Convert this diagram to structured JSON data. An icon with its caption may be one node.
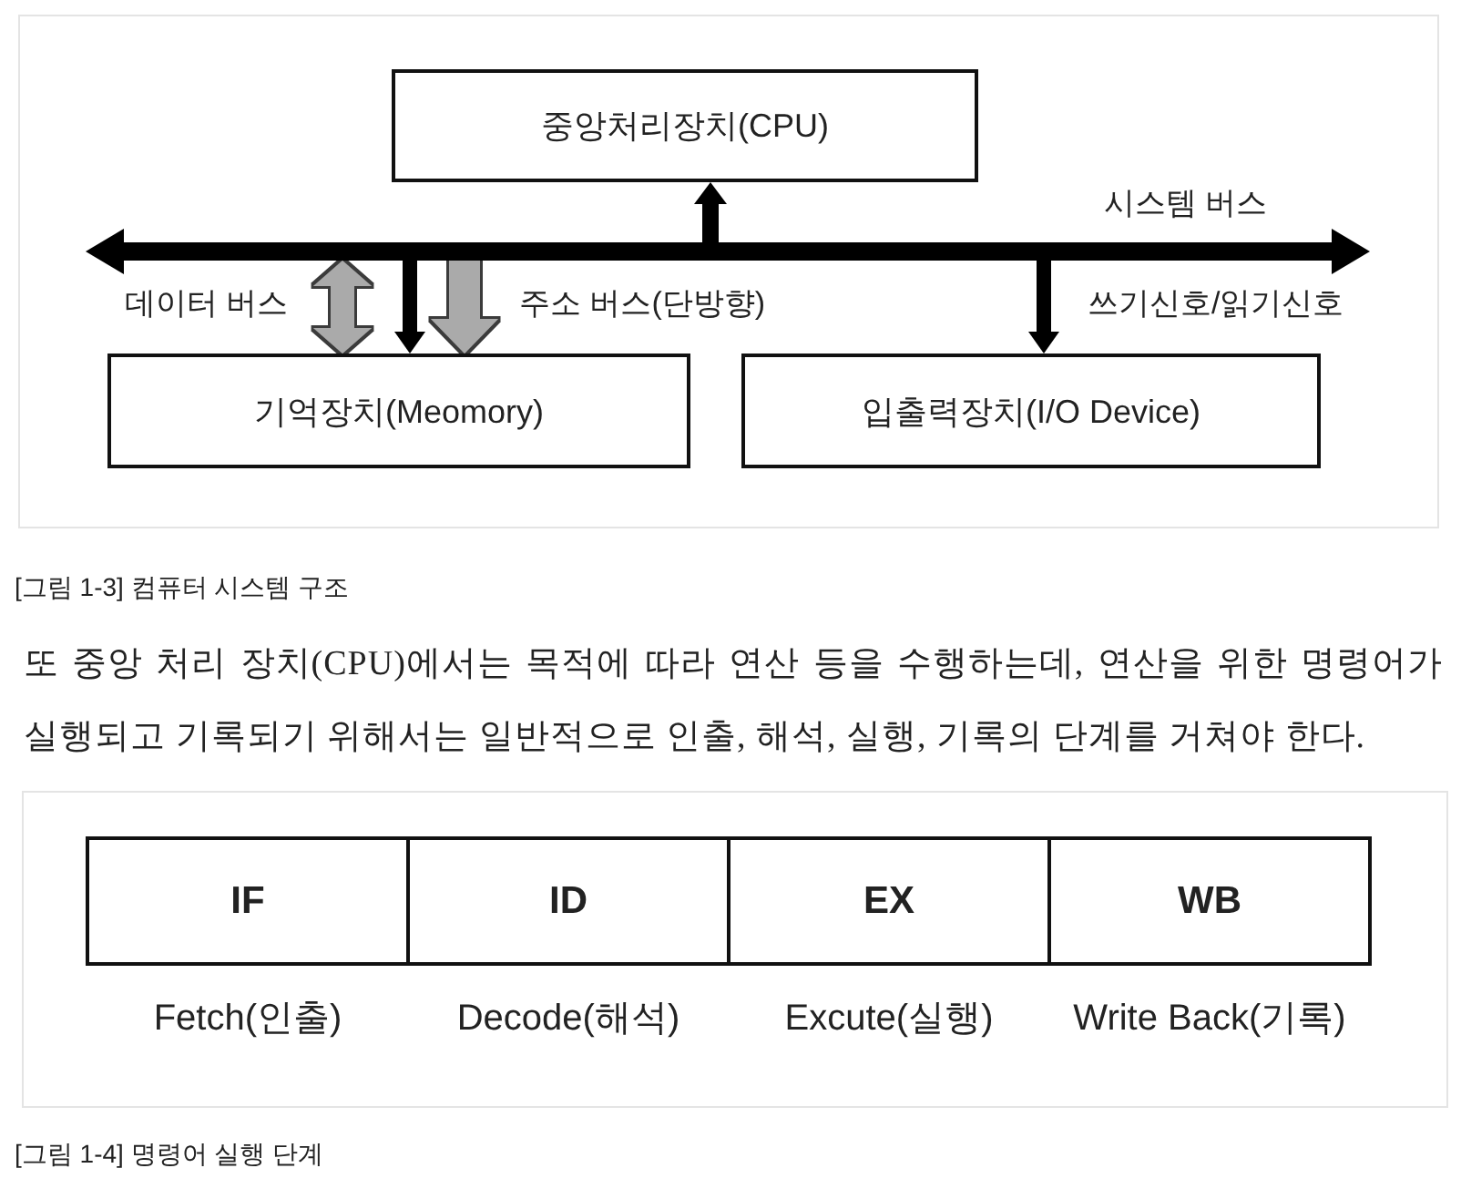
{
  "diagram": {
    "nodes": [
      {
        "text": [
          "중앙처리장치(CPU)"
        ]
      },
      {
        "text": [],
        "shape": "bar",
        "beside": [
          "시스템 버스"
        ]
      },
      {
        "text": [
          "기억장치(Meomory)"
        ]
      },
      {
        "text": [
          "입출력장치(I/O Device)"
        ]
      },
      {
        "text": [
          "IF"
        ],
        "beside": [
          "Fetch(인출)"
        ]
      },
      {
        "text": [
          "ID"
        ],
        "beside": [
          "Decode(해석)"
        ]
      },
      {
        "text": [
          "EX"
        ],
        "beside": [
          "Excute(실행)"
        ]
      },
      {
        "text": [
          "WB"
        ],
        "beside": [
          "Write Back(기록)"
        ]
      }
    ],
    "edges": [
      {
        "from": 1,
        "to": 0,
        "arrow": "to"
      },
      {
        "from": 1,
        "to": 2,
        "arrow": "both",
        "label": "데이터 버스",
        "color": "#aaaaaa"
      },
      {
        "from": 1,
        "to": 2,
        "arrow": "to"
      },
      {
        "from": 1,
        "to": 2,
        "arrow": "to",
        "label": "주소 버스(단방향)",
        "color": "#aaaaaa"
      },
      {
        "from": 1,
        "to": 3,
        "arrow": "to",
        "label": "쓰기신호/읽기신호"
      },
      {
        "from": 1,
        "to": null,
        "arrow": "to"
      },
      {
        "from": 1,
        "to": null,
        "arrow": "to"
      }
    ],
    "labels": [
      "[그림 1-3] 컴퓨터 시스템 구조",
      "또 중앙 처리 장치(CPU)에서는 목적에 따라 연산 등을 수행하는데, 연산을 위한 명령어가 실행되고 기록되기 위해서는 일반적으로 인출, 해석, 실행, 기록의 단계를 거쳐야 한다.",
      "[그림 1-4] 명령어 실행 단계"
    ]
  }
}
